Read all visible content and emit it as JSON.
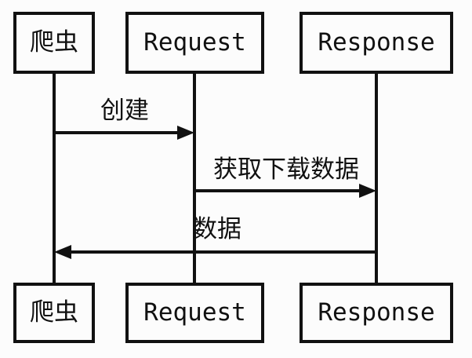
{
  "diagram": {
    "type": "sequence",
    "colors": {
      "background": "#fcfcfc",
      "line": "#111111",
      "text": "#111111"
    },
    "actors": [
      {
        "id": "crawler",
        "label": "爬虫"
      },
      {
        "id": "request",
        "label": "Request"
      },
      {
        "id": "response",
        "label": "Response"
      }
    ],
    "messages": [
      {
        "label": "创建",
        "from": "爬虫",
        "to": "Request",
        "direction": "right"
      },
      {
        "label": "获取下载数据",
        "from": "Request",
        "to": "Response",
        "direction": "right"
      },
      {
        "label": "数据",
        "from": "Response",
        "to": "爬虫",
        "direction": "left"
      }
    ]
  }
}
